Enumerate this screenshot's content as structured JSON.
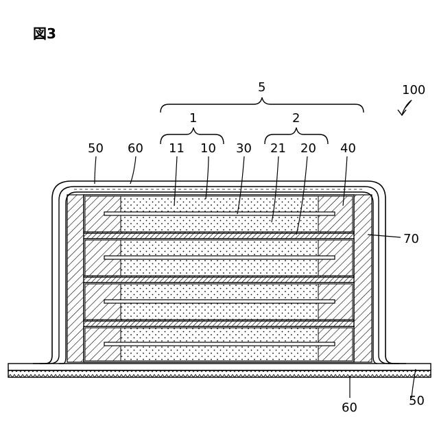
{
  "figure": {
    "title": "図3"
  },
  "labels": {
    "device": "100",
    "laminate": "5",
    "positive_electrode": "1",
    "negative_electrode": "2",
    "exterior_film": "50",
    "adhesive_layer": "60",
    "positive_active_layer": "11",
    "positive_collector": "10",
    "solid_electrolyte": "30",
    "negative_active_layer": "21",
    "negative_collector": "20",
    "insulating_layer": "40",
    "resin_fill": "70",
    "adhesive_bottom": "60",
    "exterior_bottom": "50"
  }
}
